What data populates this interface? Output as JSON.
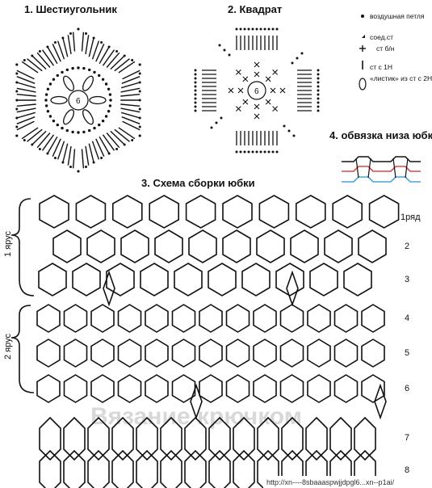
{
  "titles": {
    "hexagon": "1. Шестиугольник",
    "square": "2. Квадрат",
    "assembly": "3. Схема сборки юбки",
    "edging": "4. обвязка низа юбки"
  },
  "motif_center_numbers": {
    "hexagon": "6",
    "square": "6"
  },
  "legend": [
    {
      "icon": "dot-icon",
      "text": "воздушная петля"
    },
    {
      "icon": "slip-stitch-icon",
      "text": "соед.ст"
    },
    {
      "icon": "plus-icon",
      "text": "ст б/н"
    },
    {
      "icon": "bar-icon",
      "text": "ст с 1Н"
    },
    {
      "icon": "leaf-icon",
      "text": "«листик» из ст с 2Н"
    }
  ],
  "tiers": [
    {
      "label": "1 ярус"
    },
    {
      "label": "2 ярус"
    }
  ],
  "rows": [
    "1ряд",
    "2",
    "3",
    "4",
    "5",
    "6",
    "7",
    "8"
  ],
  "watermark": "Вязание крючком",
  "url": "http://xn----8sbaaaspwjjdpgl6...xn--p1ai/",
  "colors": {
    "ink": "#111111",
    "edging_red": "#d34b4b",
    "edging_blue": "#4aa3d8",
    "watermark": "#d8d8d8"
  }
}
